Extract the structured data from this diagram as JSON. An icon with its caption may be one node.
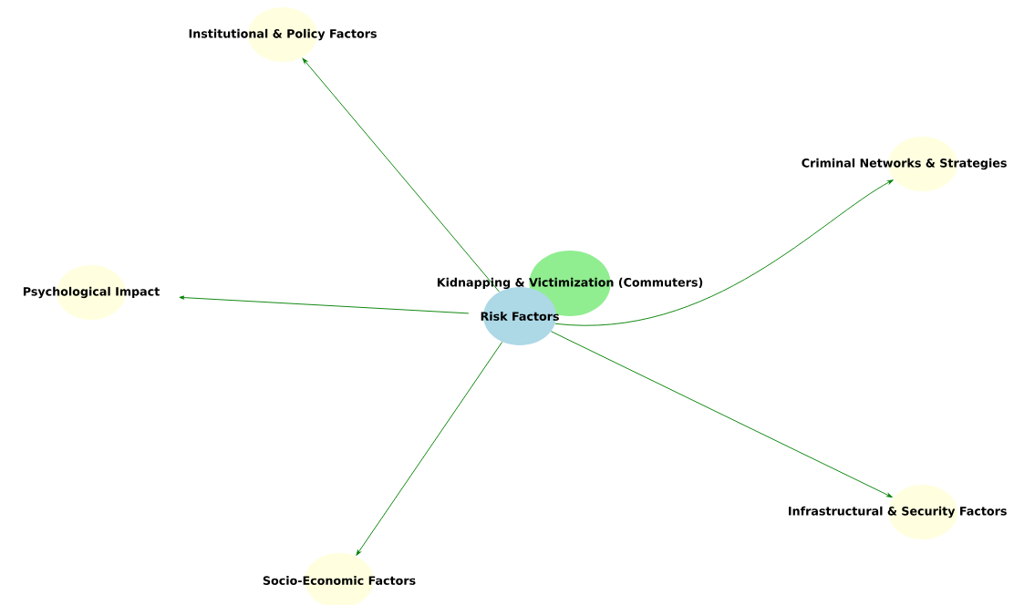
{
  "diagram": {
    "nodes": [
      {
        "text": [
          "Kidnapping & Victimization (Commuters)"
        ]
      },
      {
        "text": [
          "Risk Factors"
        ]
      },
      {
        "text": [
          "Institutional & Policy Factors"
        ]
      },
      {
        "text": [
          "Criminal Networks & Strategies"
        ]
      },
      {
        "text": [
          "Psychological Impact"
        ]
      },
      {
        "text": [
          "Infrastructural & Security Factors"
        ]
      },
      {
        "text": [
          "Socio-Economic Factors"
        ]
      }
    ],
    "edges": [
      {
        "from": 1,
        "to": 2,
        "arrow": "to"
      },
      {
        "from": 1,
        "to": 3,
        "arrow": "to"
      },
      {
        "from": 1,
        "to": 4,
        "arrow": "to"
      },
      {
        "from": 1,
        "to": 5,
        "arrow": "to"
      },
      {
        "from": 1,
        "to": 6,
        "arrow": "to"
      }
    ]
  }
}
